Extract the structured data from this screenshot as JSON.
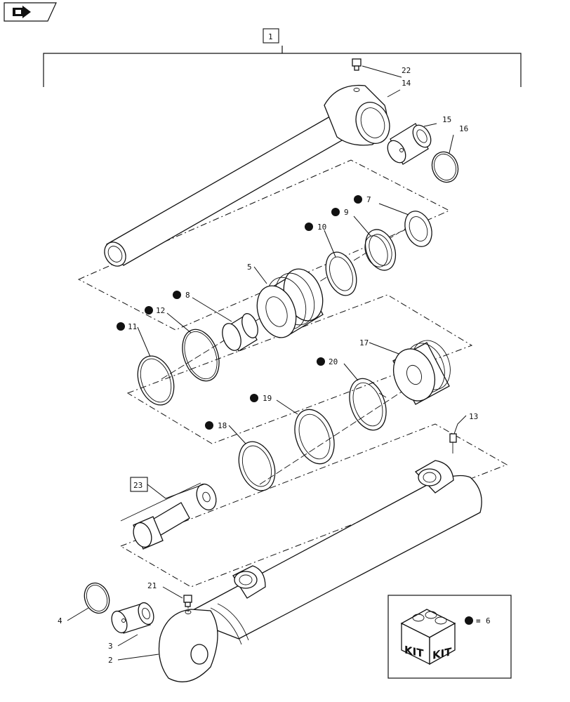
{
  "nav_icon": "back-arrow-icon",
  "assembly_label": "1",
  "kit_label": "23",
  "kit_box": {
    "text_left": "KIT",
    "text_right": "KIT",
    "equals": "=",
    "ref": "6"
  },
  "parts": [
    {
      "id": "p22",
      "label": "22",
      "kit": false
    },
    {
      "id": "p14",
      "label": "14",
      "kit": false
    },
    {
      "id": "p15",
      "label": "15",
      "kit": false
    },
    {
      "id": "p16",
      "label": "16",
      "kit": false
    },
    {
      "id": "p7",
      "label": "7",
      "kit": true
    },
    {
      "id": "p9",
      "label": "9",
      "kit": true
    },
    {
      "id": "p10",
      "label": "10",
      "kit": true
    },
    {
      "id": "p5",
      "label": "5",
      "kit": false
    },
    {
      "id": "p8",
      "label": "8",
      "kit": true
    },
    {
      "id": "p12",
      "label": "12",
      "kit": true
    },
    {
      "id": "p11",
      "label": "11",
      "kit": true
    },
    {
      "id": "p17",
      "label": "17",
      "kit": false
    },
    {
      "id": "p20",
      "label": "20",
      "kit": true
    },
    {
      "id": "p19",
      "label": "19",
      "kit": true
    },
    {
      "id": "p18",
      "label": "18",
      "kit": true
    },
    {
      "id": "p13",
      "label": "13",
      "kit": false
    },
    {
      "id": "p21",
      "label": "21",
      "kit": false
    },
    {
      "id": "p4",
      "label": "4",
      "kit": false
    },
    {
      "id": "p3",
      "label": "3",
      "kit": false
    },
    {
      "id": "p2",
      "label": "2",
      "kit": false
    }
  ]
}
